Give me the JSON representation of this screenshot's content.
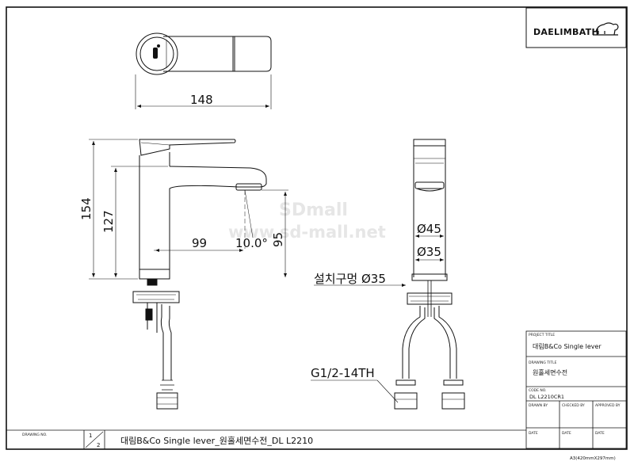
{
  "brand": {
    "logo_text": "DAELIMBATH"
  },
  "watermark": {
    "line1": "SDmall",
    "line2": "www.sd-mall.net"
  },
  "dimensions": {
    "top_length": "148",
    "total_height": "154",
    "spout_height": "127",
    "spout_reach": "99",
    "spout_angle": "10.0°",
    "outlet_height": "95",
    "body_diameter": "Ø45",
    "base_diameter": "Ø35",
    "install_hole": "설치구멍 Ø35",
    "hose_thread": "G1/2-14TH"
  },
  "title_block": {
    "project_title_label": "PROJECT TITLE",
    "project_title": "대림B&Co Single lever",
    "drawing_title_label": "DRAWING TITLE",
    "drawing_title": "원홀세면수전",
    "code_no_label": "CODE NO.",
    "code_no": "DL L2210CR1",
    "drawn_by_label": "DRAWN BY",
    "checked_by_label": "CHECKED BY",
    "approved_by_label": "APPROVED BY",
    "date_label": "DATE"
  },
  "bottom_bar": {
    "drawing_no_label": "DRAWING NO.",
    "sheet_num": "1",
    "sheet_total": "2",
    "description": "대림B&Co Single lever_원홀세면수전_DL L2210"
  },
  "paper_size": "A3(420mmX297mm)"
}
